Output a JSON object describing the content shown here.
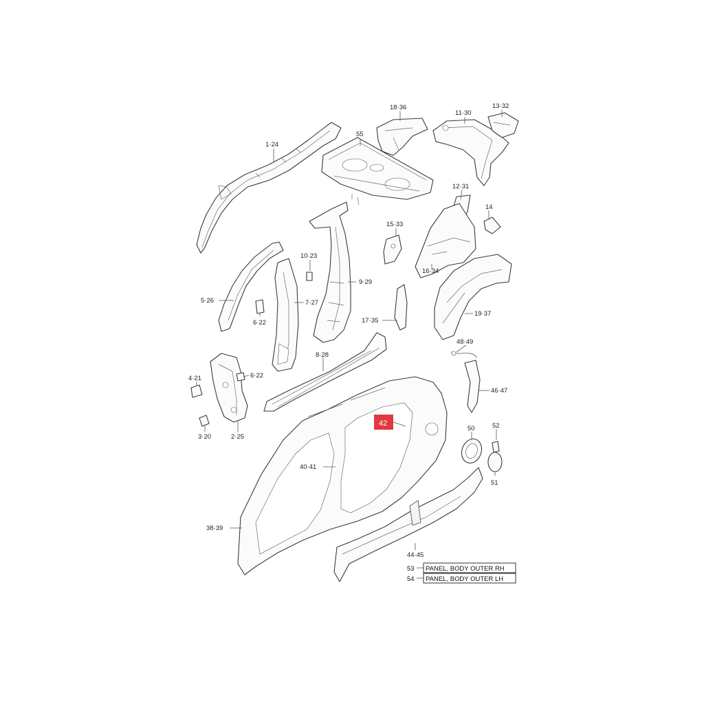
{
  "callouts": {
    "c_1_24": "1·24",
    "c_55": "55",
    "c_18_36": "18·36",
    "c_11_30": "11·30",
    "c_13_32": "13·32",
    "c_12_31": "12·31",
    "c_14": "14",
    "c_15_33": "15·33",
    "c_16_34": "16·34",
    "c_10_23": "10·23",
    "c_9_29": "9·29",
    "c_5_26": "5·26",
    "c_7_27": "7·27",
    "c_6_22a": "6·22",
    "c_17_35": "17·35",
    "c_19_37": "19·37",
    "c_48_49": "48·49",
    "c_8_28": "8·28",
    "c_4_21": "4·21",
    "c_6_22b": "6·22",
    "c_46_47": "46·47",
    "c_3_20": "3·20",
    "c_2_25": "2·25",
    "c_50": "50",
    "c_52": "52",
    "c_40_41": "40·41",
    "c_51": "51",
    "c_38_39": "38·39",
    "c_44_45": "44·45"
  },
  "highlight": {
    "label": "42",
    "color": "#e03a40"
  },
  "legend": [
    {
      "number": "53",
      "text": "PANEL, BODY OUTER RH"
    },
    {
      "number": "54",
      "text": "PANEL, BODY OUTER LH"
    }
  ]
}
